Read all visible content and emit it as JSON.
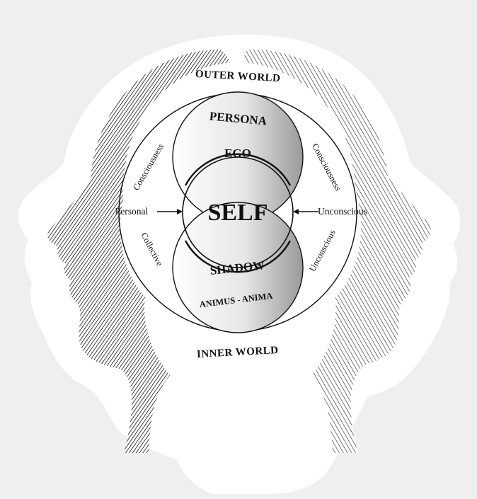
{
  "labels": {
    "outer_world": "OUTER WORLD",
    "inner_world": "INNER WORLD",
    "persona": "PERSONA",
    "ego": "EGO",
    "self": "SELF",
    "shadow": "SHADOW",
    "animus_anima": "ANIMUS - ANIMA",
    "personal": "Personal",
    "unconscious_right": "Unconscious",
    "consciousness_left": "Consciousness",
    "consciousness_right": "Consciousness",
    "collective": "Collective",
    "unconscious_lower_right": "Unconscious"
  },
  "colors": {
    "background": "#efefef",
    "sticker": "#ffffff",
    "ink": "#111111",
    "shade": "#9a9a9a"
  }
}
